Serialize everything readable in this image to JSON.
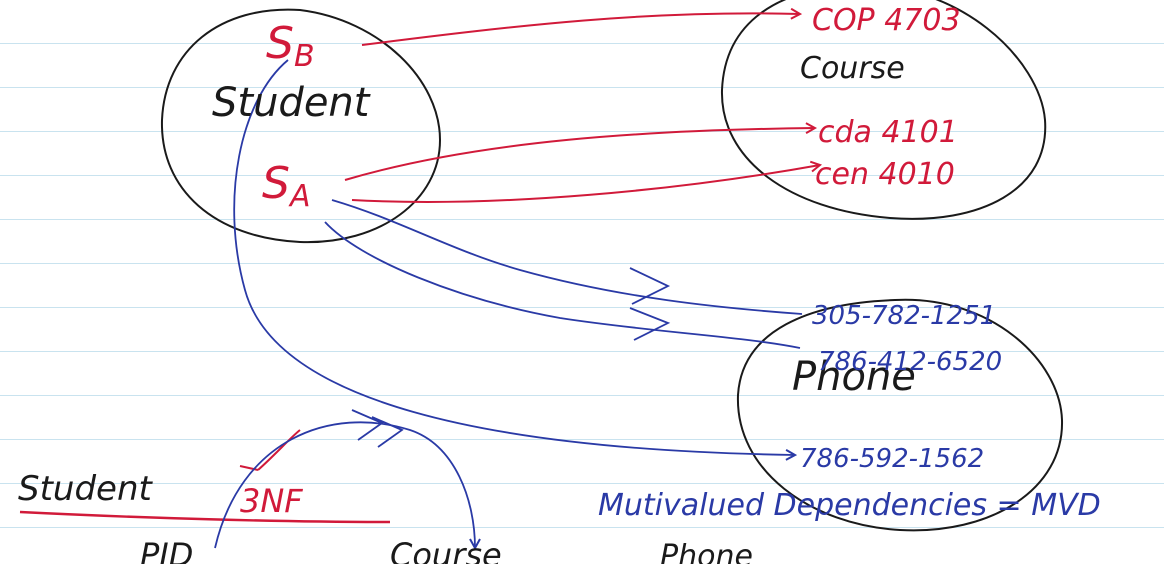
{
  "colors": {
    "red_ink": "#d11a3a",
    "blue_ink": "#2a3aa6",
    "black_ink": "#1a1a1a",
    "rule_line": "#c9e3ef",
    "paper": "#ffffff"
  },
  "student_set": {
    "title": "Student",
    "members": {
      "sb": {
        "letter": "S",
        "sub": "B"
      },
      "sa": {
        "letter": "S",
        "sub": "A"
      }
    }
  },
  "course_set": {
    "title": "Course",
    "items": [
      "COP 4703",
      "cda 4101",
      "cen 4010"
    ]
  },
  "phone_set": {
    "title": "Phone",
    "items": [
      "305-782-1251",
      "786-412-6520",
      "786-592-1562"
    ]
  },
  "bottom": {
    "student_label": "Student",
    "nf_label": "3NF",
    "mvd_label": "Mutivalued Dependencies = MVD",
    "col_pid": "PID",
    "col_course": "Course",
    "col_phone": "Phone"
  }
}
